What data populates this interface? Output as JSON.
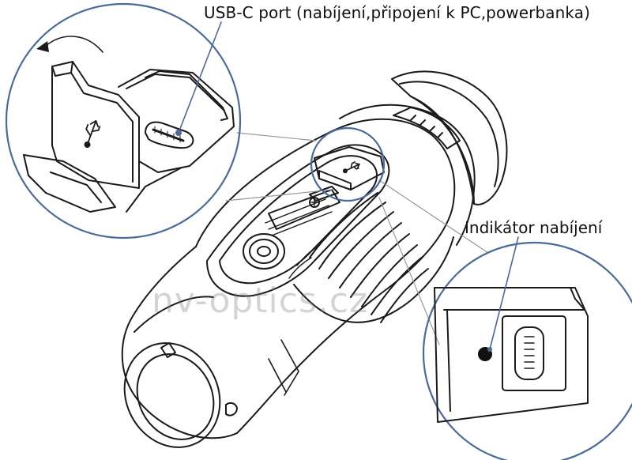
{
  "labels": {
    "usb_port": "USB-C port (nabíjení,připojení k PC,powerbanka)",
    "charge_indicator": "Indikátor nabíjení"
  },
  "watermark": "nv-optics.cz",
  "colors": {
    "callout_circle": "#4a6a9a",
    "leader_line": "#4a6a9a",
    "lineart": "#1a1a1a",
    "indicator_dot": "#111111"
  },
  "icons": [
    "usb-icon",
    "rotation-arrow-icon",
    "tripod-screw-icon",
    "indicator-light-icon"
  ]
}
